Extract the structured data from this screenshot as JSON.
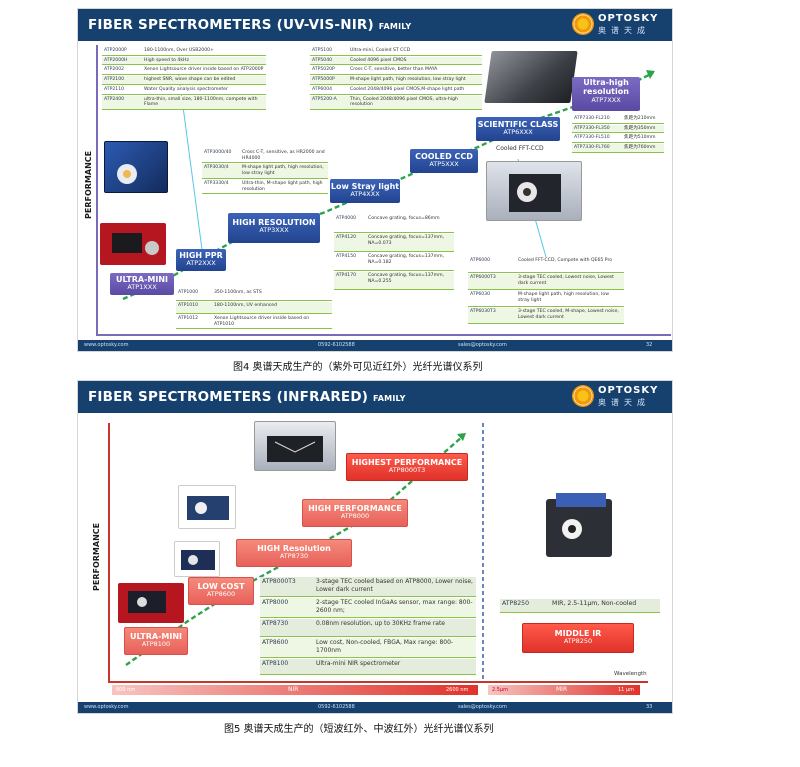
{
  "brand": {
    "name": "OPTOSKY",
    "cn": "奥谱天成"
  },
  "fig4": {
    "title": "FIBER SPECTROMETERS (UV-VIS-NIR)",
    "title_small": "FAMILY",
    "ylabel": "PERFORMANCE",
    "footer": {
      "site": "www.optosky.com",
      "phone": "0592-6102588",
      "mail": "sales@optosky.com",
      "page": "32"
    },
    "caption": "图4 奥谱天成生产的（紫外可见近红外）光纤光谱仪系列",
    "levels": [
      {
        "name": "ULTRA-MINI",
        "model": "ATP1XXX"
      },
      {
        "name": "HIGH PPR",
        "model": "ATP2XXX"
      },
      {
        "name": "HIGH RESOLUTION",
        "model": "ATP3XXX"
      },
      {
        "name": "Low Stray light",
        "model": "ATP4XXX"
      },
      {
        "name": "COOLED CCD",
        "model": "ATP5XXX"
      },
      {
        "name": "SCIENTIFIC CLASS",
        "model": "ATP6XXX"
      },
      {
        "name": "Ultra-high resolution",
        "model": "ATP7XXX"
      }
    ],
    "cooled_note": "Cooled FFT-CCD",
    "atp2000": [
      {
        "m": "ATP2000P",
        "d": "180-1100nm, Over USB2000+"
      },
      {
        "m": "ATP2000H",
        "d": "High speed to 4kHz"
      },
      {
        "m": "ATP2002",
        "d": "Xenon Lightsource driver inside based on ATP2000P"
      },
      {
        "m": "ATP2100",
        "d": "highest SNR, wave shape can be edited"
      },
      {
        "m": "ATP2110",
        "d": "Water Quality analysis spectrometer"
      },
      {
        "m": "ATP2400",
        "d": "ultra-thin, small size, 180-1100nm, compete with Flame"
      }
    ],
    "atp5000": [
      {
        "m": "ATP5100",
        "d": "Ultra-mini, Cooled ST CCD"
      },
      {
        "m": "ATP5040",
        "d": "Cooled 4096 pixel CMOS"
      },
      {
        "m": "ATP5020P",
        "d": "Cross C-T, sensitive, better than MAYA"
      },
      {
        "m": "ATP5000P",
        "d": "M-shape light path, high resolution, low stray light"
      },
      {
        "m": "ATP6004",
        "d": "Cooled 2048/4096 pixel CMOS,M-shape light path"
      },
      {
        "m": "ATP5200-A",
        "d": "Thin, Cooled 2048/4096 pixel CMOS, ultra-high resolution"
      }
    ],
    "atp3000": [
      {
        "m": "ATP3000/40",
        "d": "Cross C-T, sensitive, as HR2000 and HR4000"
      },
      {
        "m": "ATP3030/4",
        "d": "M-shape light path, high resolution, low stray light"
      },
      {
        "m": "ATP3330/4",
        "d": "Ultra-thin, M-shape light path, high resolution"
      }
    ],
    "atp4000": [
      {
        "m": "ATP4000",
        "d": "Concave grating, focus=86mm"
      },
      {
        "m": "ATP4120",
        "d": "Concave grating, focus=137mm, NA=0.073"
      },
      {
        "m": "ATP4150",
        "d": "Concave grating, focus=137mm, NA=0.182"
      },
      {
        "m": "ATP4170",
        "d": "Concave grating, focus=137mm, NA=0.255"
      }
    ],
    "atp1000": [
      {
        "m": "ATP1000",
        "d": "350-1100nm, as STS"
      },
      {
        "m": "ATP1010",
        "d": "180-1100nm, UV enhanced"
      },
      {
        "m": "ATP1012",
        "d": "Xenon Lightsource driver inside based on ATP1010"
      }
    ],
    "atp6000": [
      {
        "m": "ATP6000",
        "d": "Cooled FFT-CCD, Compete with QE65 Pro"
      },
      {
        "m": "ATP6000T3",
        "d": "3-stage TEC cooled, Lowest noise, Lowest dark current"
      },
      {
        "m": "ATP6030",
        "d": "M-shape light path, high resolution, low stray light"
      },
      {
        "m": "ATP6030T3",
        "d": "3-stage TEC cooled, M-shape, Lowest noise, Lowest dark current"
      }
    ],
    "atp7000": [
      {
        "m": "ATP7330-FL210",
        "d": "焦距为210mm"
      },
      {
        "m": "ATP7330-FL350",
        "d": "焦距为350mm"
      },
      {
        "m": "ATP7330-FL510",
        "d": "焦距为510mm"
      },
      {
        "m": "ATP7330-FL760",
        "d": "焦距为760mm"
      }
    ]
  },
  "fig5": {
    "title": "FIBER SPECTROMETERS (INFRARED)",
    "title_small": "FAMILY",
    "ylabel": "PERFORMANCE",
    "footer": {
      "site": "www.optosky.com",
      "phone": "0592-6102588",
      "mail": "sales@optosky.com",
      "page": "33"
    },
    "caption": "图5 奥谱天成生产的（短波红外、中波红外）光纤光谱仪系列",
    "levels": [
      {
        "name": "ULTRA-MINI",
        "model": "ATP8100"
      },
      {
        "name": "LOW COST",
        "model": "ATP8600"
      },
      {
        "name": "HIGH Resolution",
        "model": "ATP8730"
      },
      {
        "name": "HIGH PERFORMANCE",
        "model": "ATP8000"
      },
      {
        "name": "HIGHEST PERFORMANCE",
        "model": "ATP8000T3"
      }
    ],
    "middle_ir": {
      "name": "MIDDLE IR",
      "model": "ATP8250"
    },
    "mir_spec": {
      "m": "ATP8250",
      "d": "MIR, 2.5-11μm, Non-cooled"
    },
    "specs": [
      {
        "m": "ATP8000T3",
        "d": "3-stage TEC cooled based on ATP8000, Lower noise, Lower dark current"
      },
      {
        "m": "ATP8000",
        "d": "2-stage TEC cooled InGaAs sensor, max range: 800-2600 nm;"
      },
      {
        "m": "ATP8730",
        "d": "0.08nm resolution, up to 30KHz frame rate"
      },
      {
        "m": "ATP8600",
        "d": "Low cost, Non-cooled, FBGA, Max range: 800-1700nm"
      },
      {
        "m": "ATP8100",
        "d": "Ultra-mini NIR spectrometer"
      }
    ],
    "wavelength": "Wavelength",
    "bar": {
      "nir_start": "800 nm",
      "nir": "NIR",
      "nir_end": "2600 nm",
      "mir_start": "2.5μm",
      "mir": "MIR",
      "mir_end": "11 μm"
    }
  },
  "colors": {
    "header": "#16416f",
    "accent": "#2ca24a",
    "axis": "#7a6bb8",
    "red": "#e0322a"
  }
}
